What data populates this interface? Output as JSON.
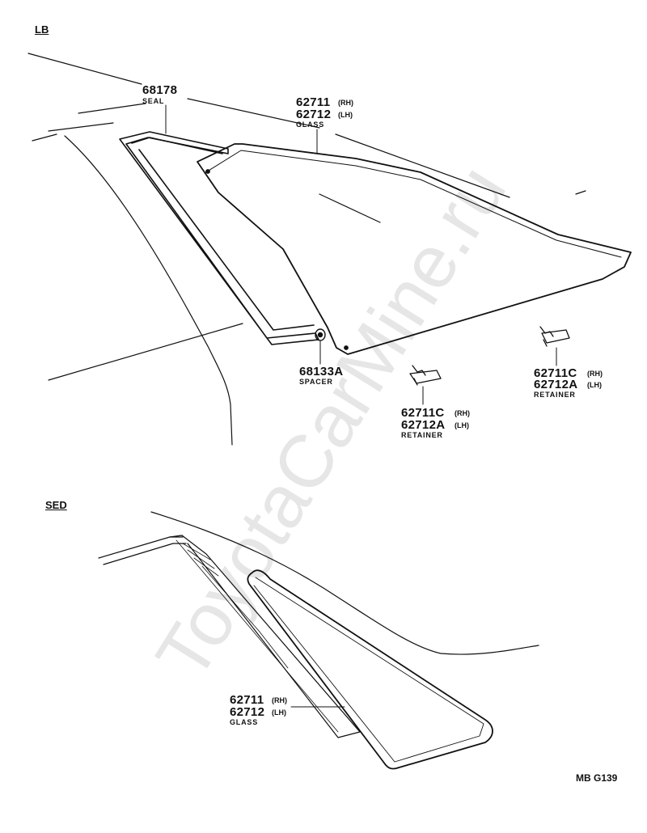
{
  "watermark": "ToyotaCarMine.ru",
  "sections": {
    "lb": "LB",
    "sed": "SED"
  },
  "lb": {
    "seal": {
      "part_no": "68178",
      "name": "SEAL"
    },
    "glass": {
      "rh_no": "62711",
      "rh_side": "(RH)",
      "lh_no": "62712",
      "lh_side": "(LH)",
      "name": "GLASS"
    },
    "spacer": {
      "part_no": "68133A",
      "name": "SPACER"
    },
    "retainer_left": {
      "rh_no": "62711C",
      "rh_side": "(RH)",
      "lh_no": "62712A",
      "lh_side": "(LH)",
      "name": "RETAINER"
    },
    "retainer_right": {
      "rh_no": "62711C",
      "rh_side": "(RH)",
      "lh_no": "62712A",
      "lh_side": "(LH)",
      "name": "RETAINER"
    }
  },
  "sed": {
    "glass": {
      "rh_no": "62711",
      "rh_side": "(RH)",
      "lh_no": "62712",
      "lh_side": "(LH)",
      "name": "GLASS"
    }
  },
  "figure_code": "MB G139"
}
